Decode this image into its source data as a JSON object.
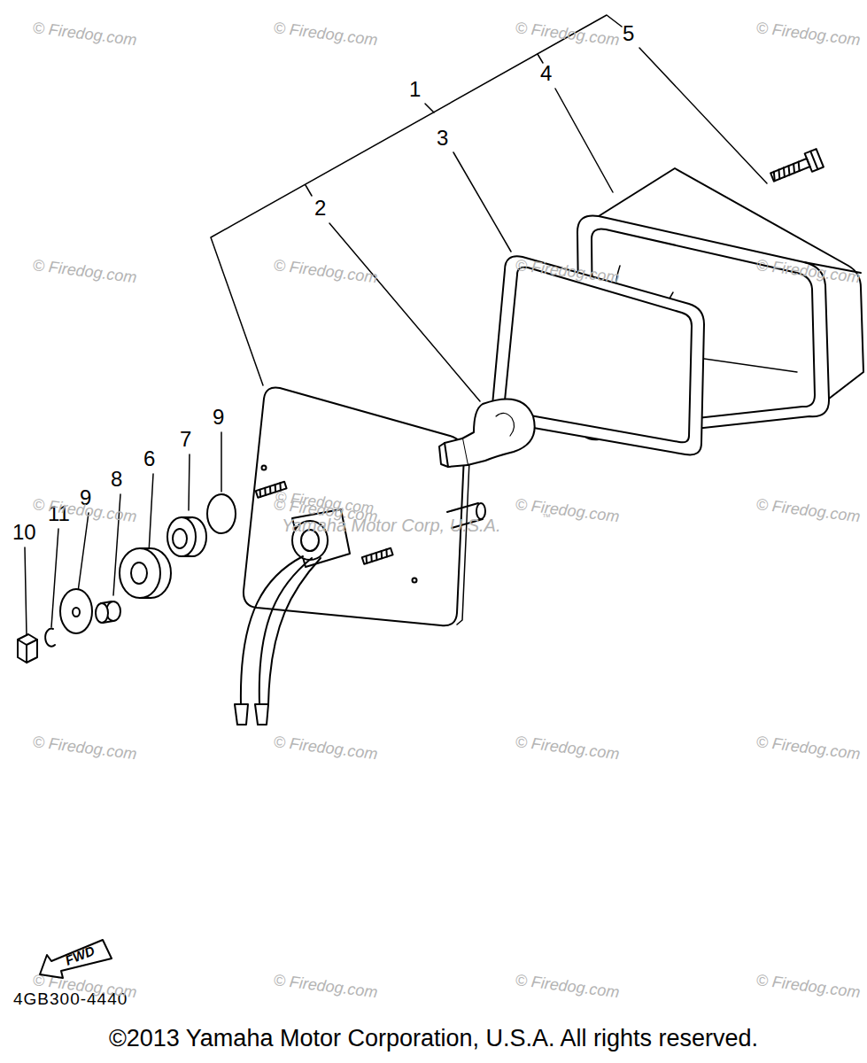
{
  "diagram": {
    "nodes": [
      {
        "text": [
          "FWD"
        ]
      }
    ],
    "labels": [
      "5",
      "1",
      "4",
      "3",
      "2",
      "9",
      "7",
      "6",
      "8",
      "9",
      "11",
      "10",
      "4GB300-4440",
      "©2013 Yamaha Motor Corporation, U.S.A. All rights reserved.",
      "© Firedog.com",
      "© Firedog.com",
      "© Firedog.com",
      "© Firedog.com",
      "© Firedog.com",
      "© Firedog.com",
      "© Firedog.com",
      "© Firedog.com",
      "© Firedog.com",
      "© Firedog.com",
      "© Firedog.com",
      "© Firedog.com",
      "© Firedog.com",
      "© Firedog.com",
      "© Firedog.com",
      "© Firedog.com",
      "© Firedog.com",
      "© Firedog.com",
      "© Firedog.com",
      "© Firedog.com",
      "© Firedog.com",
      "Yamaha Motor Corp, U.S.A.",
      "™"
    ]
  }
}
